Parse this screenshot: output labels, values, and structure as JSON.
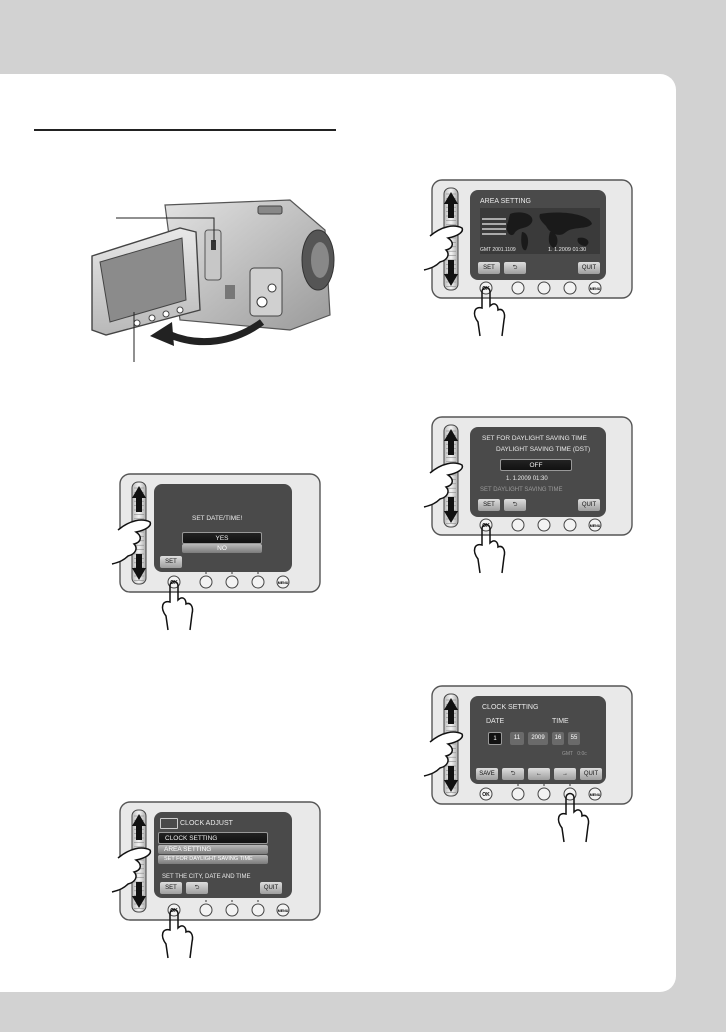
{
  "screens": {
    "area": {
      "title": "AREA SETTING",
      "gmt_label": "GMT",
      "gmt_value": "2001.1109",
      "datetime": "1. 1.2009  01:30",
      "set": "SET",
      "quit": "QUIT"
    },
    "dst": {
      "title": "SET FOR DAYLIGHT SAVING TIME",
      "subtitle": "DAYLIGHT SAVING TIME (DST)",
      "option": "OFF",
      "datetime": "1. 1.2009  01:30",
      "hint": "SET DAYLIGHT SAVING TIME",
      "set": "SET",
      "quit": "QUIT"
    },
    "setdate": {
      "title": "SET DATE/TIME!",
      "yes": "YES",
      "no": "NO",
      "set": "SET"
    },
    "clock": {
      "title": "CLOCK SETTING",
      "date_label": "DATE",
      "time_label": "TIME",
      "day": "1",
      "month": "11",
      "year": "2009",
      "hour": "16",
      "minute": "55",
      "gmt": "GMT",
      "gmt_value": "0:0c",
      "save": "SAVE",
      "quit": "QUIT"
    },
    "adjust": {
      "header": "CLOCK ADJUST",
      "item1": "CLOCK SETTING",
      "item2": "AREA SETTING",
      "item3": "SET FOR DAYLIGHT SAVING TIME",
      "hint": "SET THE CITY, DATE AND TIME",
      "set": "SET",
      "quit": "QUIT"
    }
  },
  "ok_label": "OK",
  "menu_label": "MENU"
}
